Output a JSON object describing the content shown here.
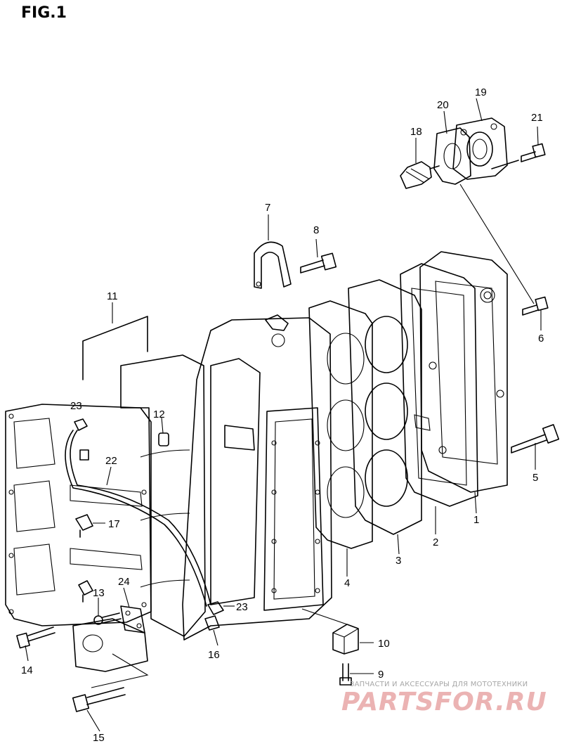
{
  "figure_title": "FIG.1",
  "callouts": [
    "1",
    "2",
    "3",
    "4",
    "5",
    "6",
    "7",
    "8",
    "9",
    "10",
    "11",
    "12",
    "13",
    "14",
    "15",
    "16",
    "17",
    "18",
    "19",
    "20",
    "21",
    "22",
    "23",
    "23",
    "24"
  ],
  "watermark": {
    "caption": "ЗАПЧАСТИ И АКСЕССУАРЫ ДЛЯ МОТОТЕХНИКИ",
    "logo": "PARTSFOR.RU",
    "color": "#e09090"
  }
}
